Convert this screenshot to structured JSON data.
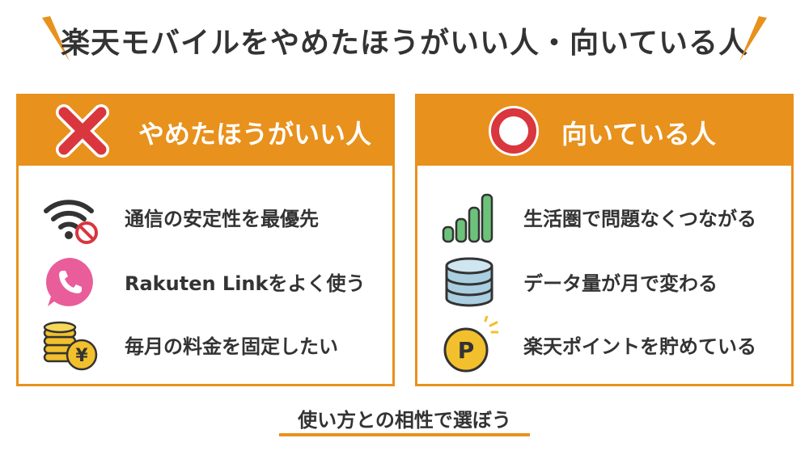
{
  "title": "楽天モバイルをやめたほうがいい人・向いている人",
  "left_panel": {
    "header": "やめたほうがいい人",
    "header_icon": "cross-icon",
    "items": [
      {
        "icon": "wifi-off-icon",
        "text": "通信の安定性を最優先"
      },
      {
        "icon": "phone-call-icon",
        "text": "Rakuten Linkをよく使う"
      },
      {
        "icon": "yen-coins-icon",
        "text": "毎月の料金を固定したい"
      }
    ]
  },
  "right_panel": {
    "header": "向いている人",
    "header_icon": "circle-icon",
    "items": [
      {
        "icon": "signal-bars-icon",
        "text": "生活圏で問題なくつながる"
      },
      {
        "icon": "database-icon",
        "text": "データ量が月で変わる"
      },
      {
        "icon": "point-coin-icon",
        "text": "楽天ポイントを貯めている"
      }
    ]
  },
  "footer": "使い方との相性で選ぼう",
  "colors": {
    "accent": "#e8911c",
    "cross": "#d9363e",
    "circle_ring": "#d9363e",
    "text": "#333333",
    "phone_pink": "#e85d9a",
    "signal_green": "#6cc27a",
    "database_blue": "#a9cfe0",
    "coin_gold": "#f2c02c"
  }
}
